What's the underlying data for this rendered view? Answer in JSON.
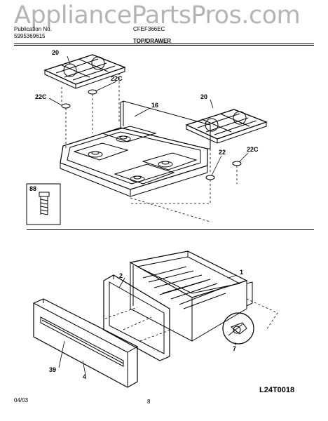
{
  "watermark": "AppliancePartsPros.com",
  "header": {
    "publication_label": "Publication No.",
    "publication_number": "5995369615",
    "model": "CFEF366EC",
    "section_title": "TOP/DRAWER"
  },
  "callouts": {
    "grate_left": "20",
    "grate_right": "20",
    "cap_left_upper": "22C",
    "cap_left_lower": "22C",
    "cooktop": "16",
    "cap_right": "22",
    "cap_right_c": "22C",
    "screw": "88",
    "drawer_body": "1",
    "drawer_front_frame": "2",
    "roller": "7",
    "handle_part": "39",
    "drawer_panel": "4"
  },
  "diagram_code": "L24T0018",
  "footer": {
    "date": "04/03",
    "page": "8"
  },
  "colors": {
    "line": "#000000",
    "watermark": "#a8a8a8"
  }
}
